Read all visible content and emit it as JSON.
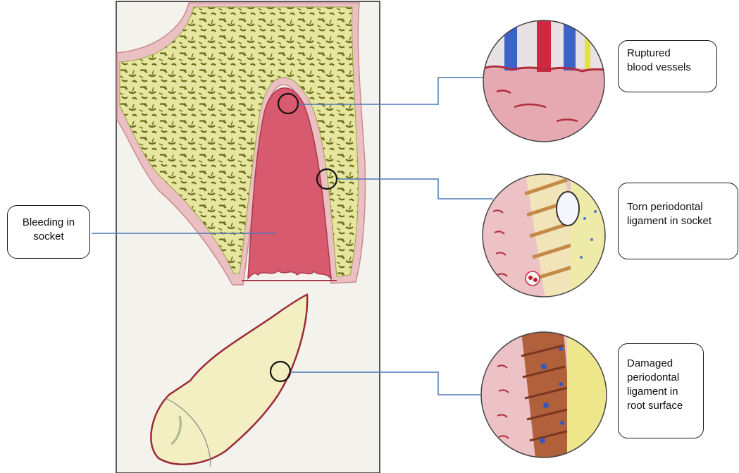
{
  "labels": {
    "bleeding": "Bleeding in\nsocket",
    "ruptured": "Ruptured\nblood vessels",
    "torn": "Torn periodontal\nligament in socket",
    "damaged": "Damaged\nperiodontal\nligament in\nroot surface"
  },
  "colors": {
    "paper": "#f4f2ec",
    "bone": "#dede5a",
    "gingiva": "#e8b7ba",
    "blood": "#d85a6f",
    "root": "#f3efc2",
    "leader": "#4a78b8",
    "marker": "#111111"
  }
}
